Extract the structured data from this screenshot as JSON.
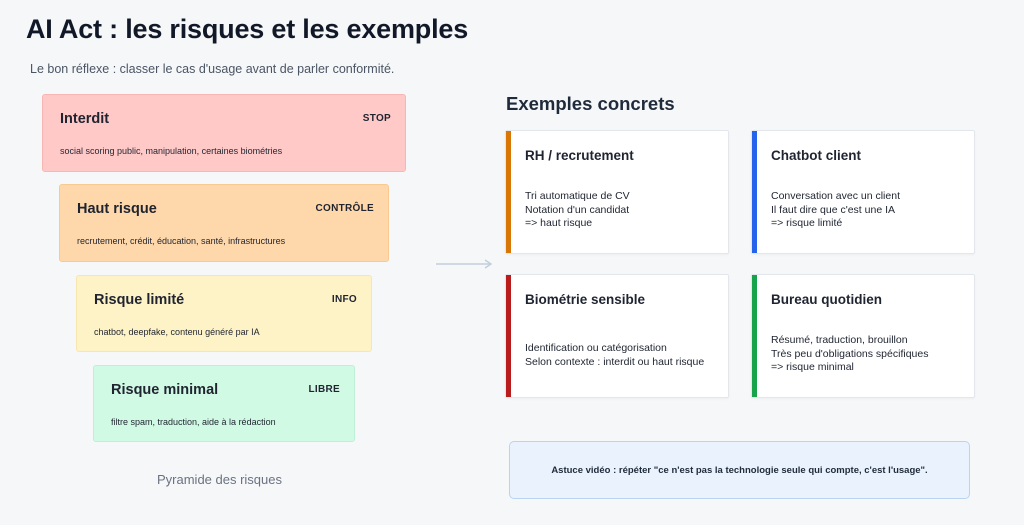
{
  "title": "AI Act : les risques et les exemples",
  "subtitle": "Le bon réflexe : classer le cas d'usage avant de parler conformité.",
  "pyramid": {
    "caption": "Pyramide des risques",
    "tiers": [
      {
        "name": "Interdit",
        "tag": "STOP",
        "desc": "social scoring public, manipulation, certaines biométries",
        "color": "#ffc9c8"
      },
      {
        "name": "Haut risque",
        "tag": "CONTRÔLE",
        "desc": "recrutement, crédit, éducation, santé, infrastructures",
        "color": "#fed7aa"
      },
      {
        "name": "Risque limité",
        "tag": "INFO",
        "desc": "chatbot, deepfake, contenu généré par IA",
        "color": "#fef3c7"
      },
      {
        "name": "Risque minimal",
        "tag": "LIBRE",
        "desc": "filtre spam, traduction, aide à la rédaction",
        "color": "#d1fae5"
      }
    ]
  },
  "examples": {
    "title": "Exemples concrets",
    "cards": [
      {
        "title": "RH / recrutement",
        "accent": "#d97706",
        "lines": [
          "Tri automatique de CV",
          "Notation d'un candidat",
          "=> haut risque"
        ]
      },
      {
        "title": "Chatbot client",
        "accent": "#2563eb",
        "lines": [
          "Conversation avec un client",
          "Il faut dire que c'est une IA",
          "=> risque limité"
        ]
      },
      {
        "title": "Biométrie sensible",
        "accent": "#b91c1c",
        "lines": [
          "Identification ou catégorisation",
          "Selon contexte : interdit ou haut risque"
        ]
      },
      {
        "title": "Bureau quotidien",
        "accent": "#16a34a",
        "lines": [
          "Résumé, traduction, brouillon",
          "Très peu d'obligations spécifiques",
          "=> risque minimal"
        ]
      }
    ]
  },
  "tip": "Astuce vidéo : répéter \"ce n'est pas la technologie seule qui compte, c'est l'usage\"."
}
